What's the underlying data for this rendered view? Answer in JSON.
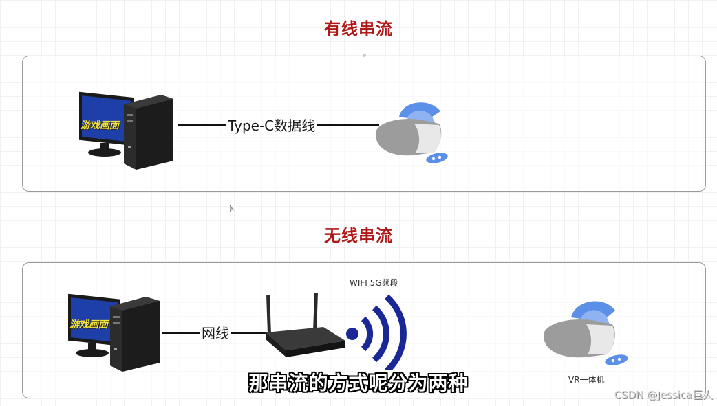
{
  "wired": {
    "title": "有线串流",
    "pc_screen_text": "游戏画面",
    "connection_label": "Type-C数据线"
  },
  "wireless": {
    "title": "无线串流",
    "pc_screen_text": "游戏画面",
    "cable_label": "网线",
    "wifi_label": "WIFI 5G频段",
    "device_label": "VR一体机"
  },
  "subtitle": "那串流的方式呢分为两种",
  "watermark": "CSDN @Jessica巨人",
  "colors": {
    "title_red": "#b01818",
    "headset_blue": "#5b8fe8",
    "wifi_navy": "#1a2796"
  }
}
